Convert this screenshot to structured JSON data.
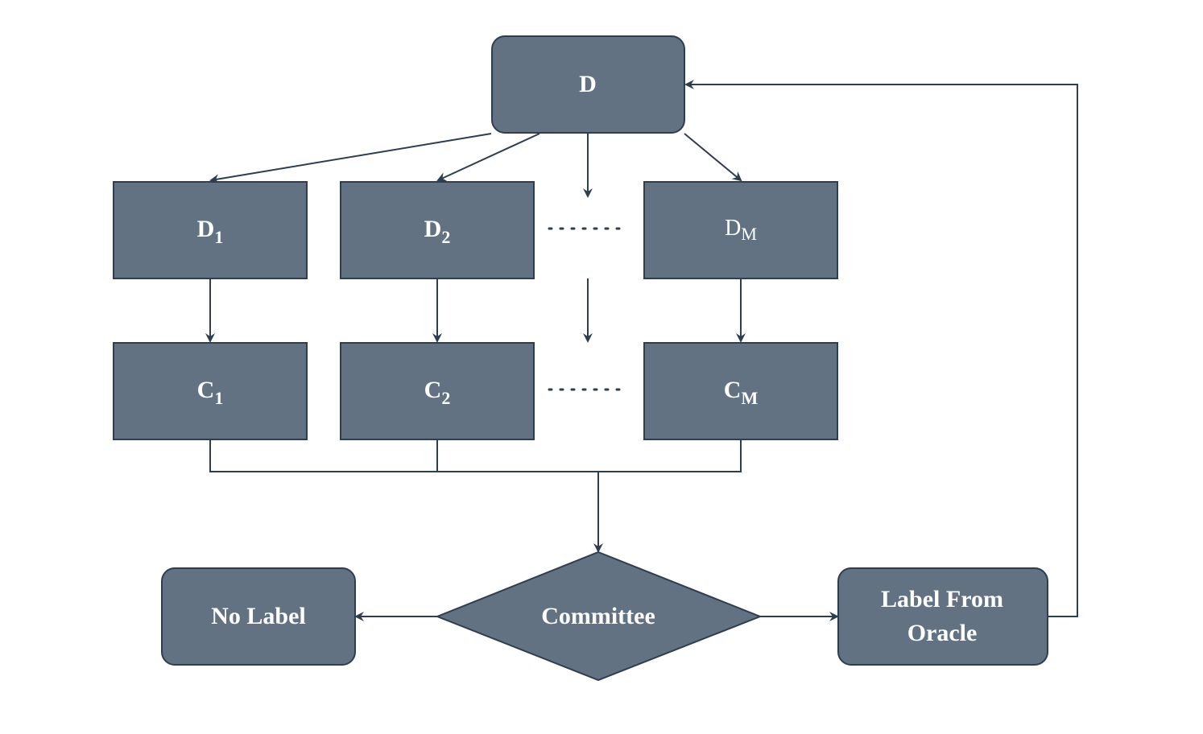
{
  "nodes": {
    "d": {
      "label": "D"
    },
    "d1": {
      "label": "D",
      "sub": "1"
    },
    "d2": {
      "label": "D",
      "sub": "2"
    },
    "dm": {
      "label": "D",
      "sub": "M"
    },
    "c1": {
      "label": "C",
      "sub": "1"
    },
    "c2": {
      "label": "C",
      "sub": "2"
    },
    "cm": {
      "label": "C",
      "sub": "M"
    },
    "committee": {
      "label": "Committee"
    },
    "no_label": {
      "label": "No Label"
    },
    "oracle": {
      "line1": "Label From",
      "line2": "Oracle"
    }
  },
  "colors": {
    "node_fill": "#627283",
    "node_stroke": "#2f3e4e",
    "edge": "#2f3e4e",
    "text": "#ffffff"
  }
}
